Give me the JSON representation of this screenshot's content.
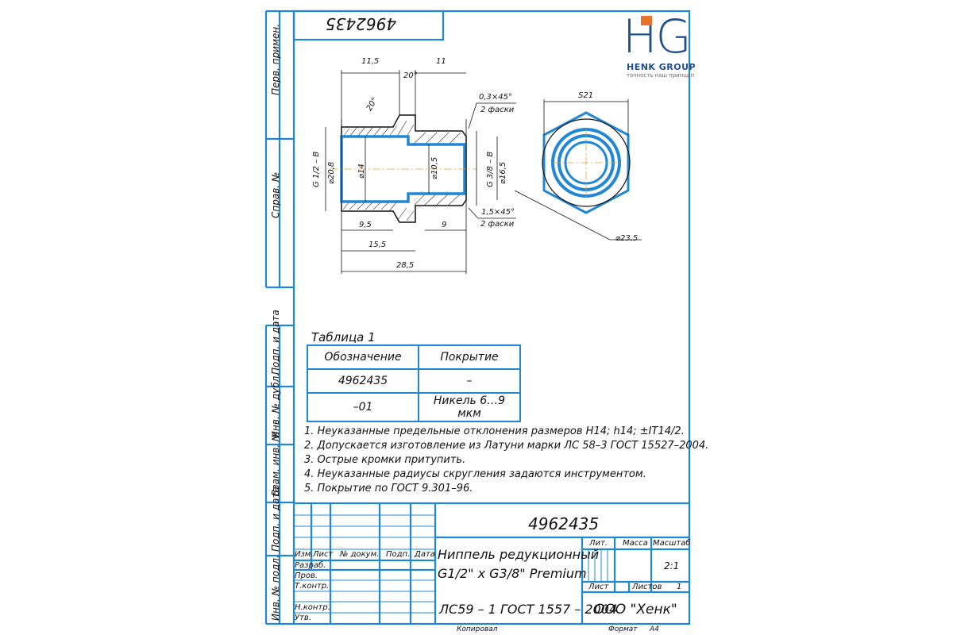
{
  "doc_number_rotated": "4962435",
  "logo": {
    "letters": "HG",
    "name": "HENK GROUP",
    "slogan": "точность наш принцип"
  },
  "drawing": {
    "dims": {
      "d1": "11,5",
      "d2": "11",
      "angle1": "20°",
      "angle2": "20°",
      "chamfer1": "0,3×45°",
      "chamfer1_note": "2 фаски",
      "thread_left": "G 1/2 – B",
      "dia1": "⌀20,8",
      "dia2": "⌀14",
      "dia3": "⌀10,5",
      "thread_right": "G 3/8 – B",
      "dia4": "⌀16,5",
      "chamfer2": "1,5×45°",
      "chamfer2_note": "2 фаски",
      "l1": "9,5",
      "l2": "9",
      "l3": "15,5",
      "l4": "28,5",
      "hex": "S21",
      "hex_dia": "⌀23,5"
    }
  },
  "table": {
    "caption": "Таблица 1",
    "headers": [
      "Обозначение",
      "Покрытие"
    ],
    "rows": [
      [
        "4962435",
        "–"
      ],
      [
        "–01",
        "Никель 6…9 мкм"
      ]
    ]
  },
  "notes": [
    "1. Неуказанные предельные отклонения размеров H14; h14; ±IT14/2.",
    "2. Допускается изготовление из Латуни марки ЛС 58–3 ГОСТ 15527–2004.",
    "3. Острые кромки притупить.",
    "4. Неуказанные радиусы скругления задаются инструментом.",
    "5. Покрытие по ГОСТ 9.301–96."
  ],
  "side_labels": [
    "Перв. примен.",
    "Справ. №",
    "Подп. и дата",
    "Инв. № дубл.",
    "Взам. инв. №",
    "Подп. и дата",
    "Инв. № подл."
  ],
  "title_block": {
    "doc_number": "4962435",
    "name": "Ниппель редукционный",
    "name2": "G1/2\" x G3/8\" Premium",
    "material": "ЛС59 – 1 ГОСТ 1557 – 2004",
    "company": "ООО \"Хенк\"",
    "headers": {
      "izm": "Изм.",
      "list": "Лист",
      "doc": "№ докум.",
      "podp": "Подп.",
      "date": "Дата"
    },
    "roles": [
      "Разраб.",
      "Пров.",
      "Т.контр.",
      "Н.контр.",
      "Утв."
    ],
    "lit": "Лит.",
    "mass": "Масса",
    "scale": "Масштаб",
    "scale_value": "2:1",
    "sheet": "Лист",
    "sheets": "Листов",
    "sheets_value": "1",
    "copied": "Копировал",
    "format": "Формат",
    "format_value": "А4"
  }
}
